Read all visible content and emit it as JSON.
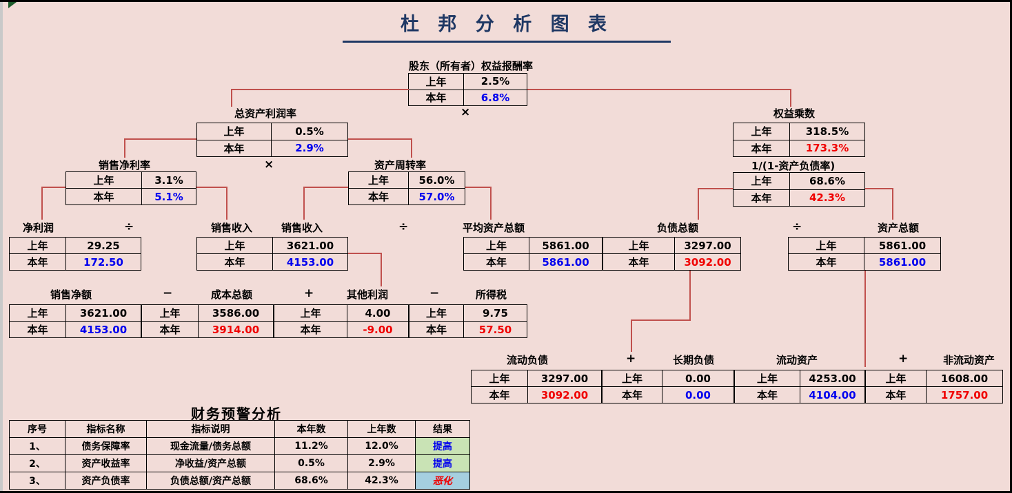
{
  "page_title": "杜 邦 分 析 图 表",
  "colors": {
    "background": "#f2dcd8",
    "connector_line": "#c0504d",
    "title_navy": "#1f3864",
    "value_blue": "#0000ee",
    "value_red": "#f00000",
    "good_cell_green": "#c9e3b5",
    "bad_cell_blue": "#a5cfe0"
  },
  "year_labels": {
    "prev": "上年",
    "curr": "本年"
  },
  "nodes": [
    {
      "id": "roe",
      "label": "股东（所有者）权益报酬率",
      "prev": "2.5%",
      "curr": "6.8%",
      "curr_color": "blue"
    },
    {
      "id": "roa",
      "label": "总资产利润率",
      "prev": "0.5%",
      "curr": "2.9%",
      "curr_color": "blue"
    },
    {
      "id": "equity-multiplier",
      "label": "权益乘数",
      "prev": "318.5%",
      "curr": "173.3%",
      "curr_color": "red"
    },
    {
      "id": "leverage-formula",
      "label": "1/(1-资产负债率)",
      "prev": "68.6%",
      "curr": "42.3%",
      "curr_color": "red"
    },
    {
      "id": "net-margin",
      "label": "销售净利率",
      "prev": "3.1%",
      "curr": "5.1%",
      "curr_color": "blue"
    },
    {
      "id": "asset-turnover",
      "label": "资产周转率",
      "prev": "56.0%",
      "curr": "57.0%",
      "curr_color": "blue"
    },
    {
      "id": "net-profit",
      "label": "净利润",
      "prev": "29.25",
      "curr": "172.50",
      "curr_color": "blue"
    },
    {
      "id": "sales-revenue",
      "label": "销售收入",
      "label2": "销售收入",
      "prev": "3621.00",
      "curr": "4153.00",
      "curr_color": "blue"
    },
    {
      "id": "avg-total-assets",
      "label": "平均资产总额",
      "prev": "5861.00",
      "curr": "5861.00",
      "curr_color": "blue"
    },
    {
      "id": "total-liabilities",
      "label": "负债总额",
      "prev": "3297.00",
      "curr": "3092.00",
      "curr_color": "red"
    },
    {
      "id": "total-assets",
      "label": "资产总额",
      "prev": "5861.00",
      "curr": "5861.00",
      "curr_color": "blue"
    },
    {
      "id": "net-sales",
      "label": "销售净额",
      "prev": "3621.00",
      "curr": "4153.00",
      "curr_color": "blue"
    },
    {
      "id": "total-cost",
      "label": "成本总额",
      "prev": "3586.00",
      "curr": "3914.00",
      "curr_color": "red"
    },
    {
      "id": "other-profit",
      "label": "其他利润",
      "prev": "4.00",
      "curr": "-9.00",
      "curr_color": "red"
    },
    {
      "id": "income-tax",
      "label": "所得税",
      "prev": "9.75",
      "curr": "57.50",
      "curr_color": "red"
    },
    {
      "id": "current-liabilities",
      "label": "流动负债",
      "prev": "3297.00",
      "curr": "3092.00",
      "curr_color": "red"
    },
    {
      "id": "long-term-liabilities",
      "label": "长期负债",
      "prev": "0.00",
      "curr": "0.00",
      "curr_color": "blue"
    },
    {
      "id": "current-assets",
      "label": "流动资产",
      "prev": "4253.00",
      "curr": "4104.00",
      "curr_color": "blue"
    },
    {
      "id": "non-current-assets",
      "label": "非流动资产",
      "prev": "1608.00",
      "curr": "1757.00",
      "curr_color": "red"
    }
  ],
  "operators": [
    {
      "id": "multiply-top",
      "symbol": "×"
    },
    {
      "id": "multiply-mid",
      "symbol": "×"
    },
    {
      "id": "divide-1",
      "symbol": "÷"
    },
    {
      "id": "divide-2",
      "symbol": "÷"
    },
    {
      "id": "divide-3",
      "symbol": "÷"
    },
    {
      "id": "minus-1",
      "symbol": "−"
    },
    {
      "id": "plus-1",
      "symbol": "+"
    },
    {
      "id": "minus-2",
      "symbol": "−"
    },
    {
      "id": "plus-2",
      "symbol": "+"
    },
    {
      "id": "plus-3",
      "symbol": "+"
    }
  ],
  "warning_table": {
    "title": "财务预警分析",
    "headers": [
      "序号",
      "指标名称",
      "指标说明",
      "本年数",
      "上年数",
      "结果"
    ],
    "rows": [
      {
        "no": "1、",
        "name": "债务保障率",
        "desc": "现金流量/债务总额",
        "curr": "11.2%",
        "prev": "12.0%",
        "result": "提高",
        "result_style": "good"
      },
      {
        "no": "2、",
        "name": "资产收益率",
        "desc": "净收益/资产总额",
        "curr": "0.5%",
        "prev": "2.9%",
        "result": "提高",
        "result_style": "good"
      },
      {
        "no": "3、",
        "name": "资产负债率",
        "desc": "负债总额/资产总额",
        "curr": "68.6%",
        "prev": "42.3%",
        "result": "恶化",
        "result_style": "bad"
      }
    ]
  }
}
